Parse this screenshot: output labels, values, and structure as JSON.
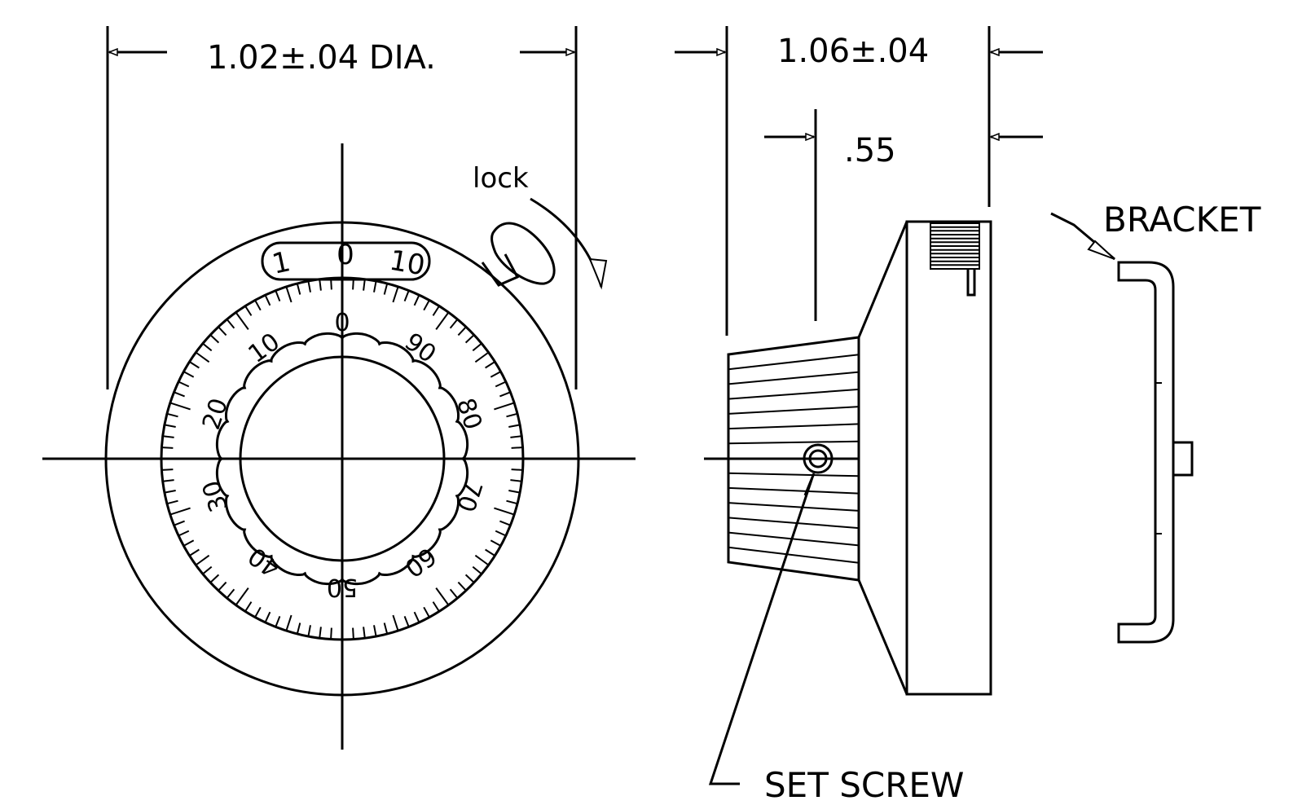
{
  "dimensions": {
    "diameter": "1.02±.04 DIA.",
    "overall_length": "1.06±.04",
    "knob_depth": ".55"
  },
  "labels": {
    "lock": "lock",
    "bracket": "BRACKET",
    "set_screw": "SET SCREW"
  },
  "dial": {
    "window_digits": [
      "1",
      "0",
      "10"
    ],
    "scale_labels": [
      "0",
      "10",
      "20",
      "30",
      "40",
      "50",
      "60",
      "70",
      "80",
      "90"
    ],
    "scale_divisions": 100
  }
}
